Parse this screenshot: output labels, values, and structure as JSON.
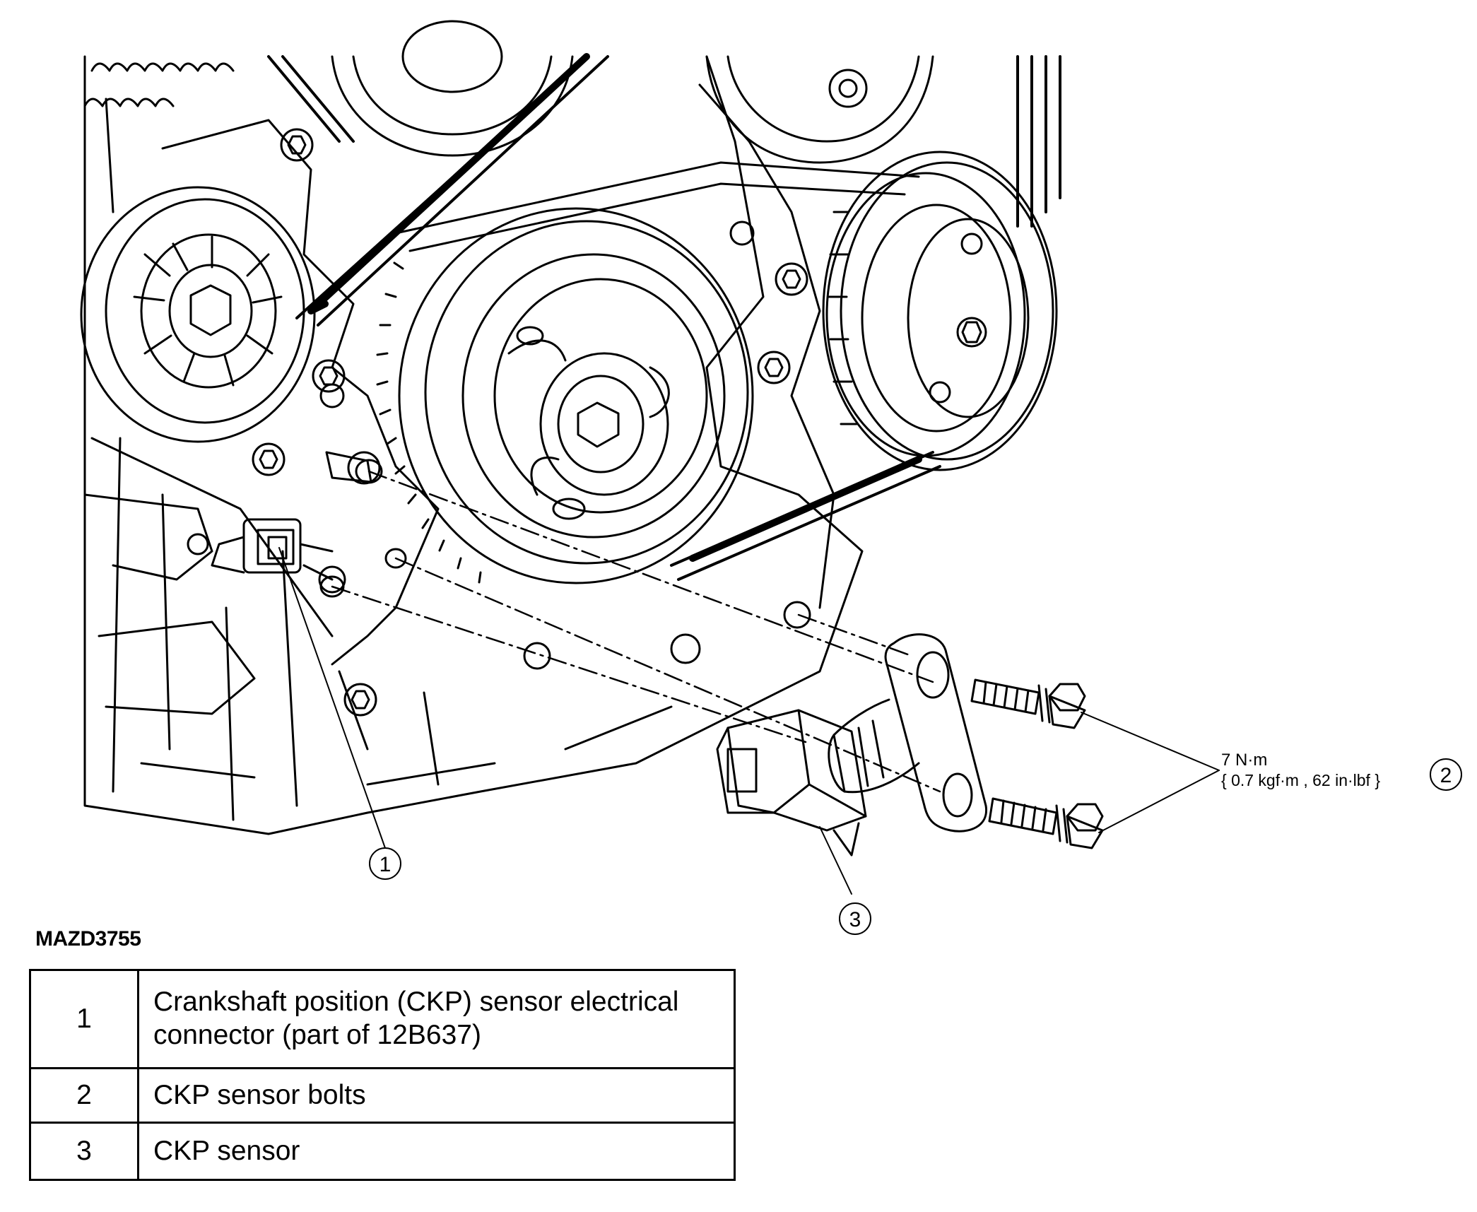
{
  "callouts": {
    "c1": "1",
    "c2": "2",
    "c3": "3"
  },
  "torque": {
    "primary": "7 N·m",
    "secondary": "{ 0.7 kgf·m , 62 in·lbf }"
  },
  "figure_id": "MAZD3755",
  "legend": [
    {
      "number": "1",
      "description": "Crankshaft position (CKP) sensor electrical connector (part of 12B637)"
    },
    {
      "number": "2",
      "description": "CKP sensor bolts"
    },
    {
      "number": "3",
      "description": "CKP sensor"
    }
  ]
}
